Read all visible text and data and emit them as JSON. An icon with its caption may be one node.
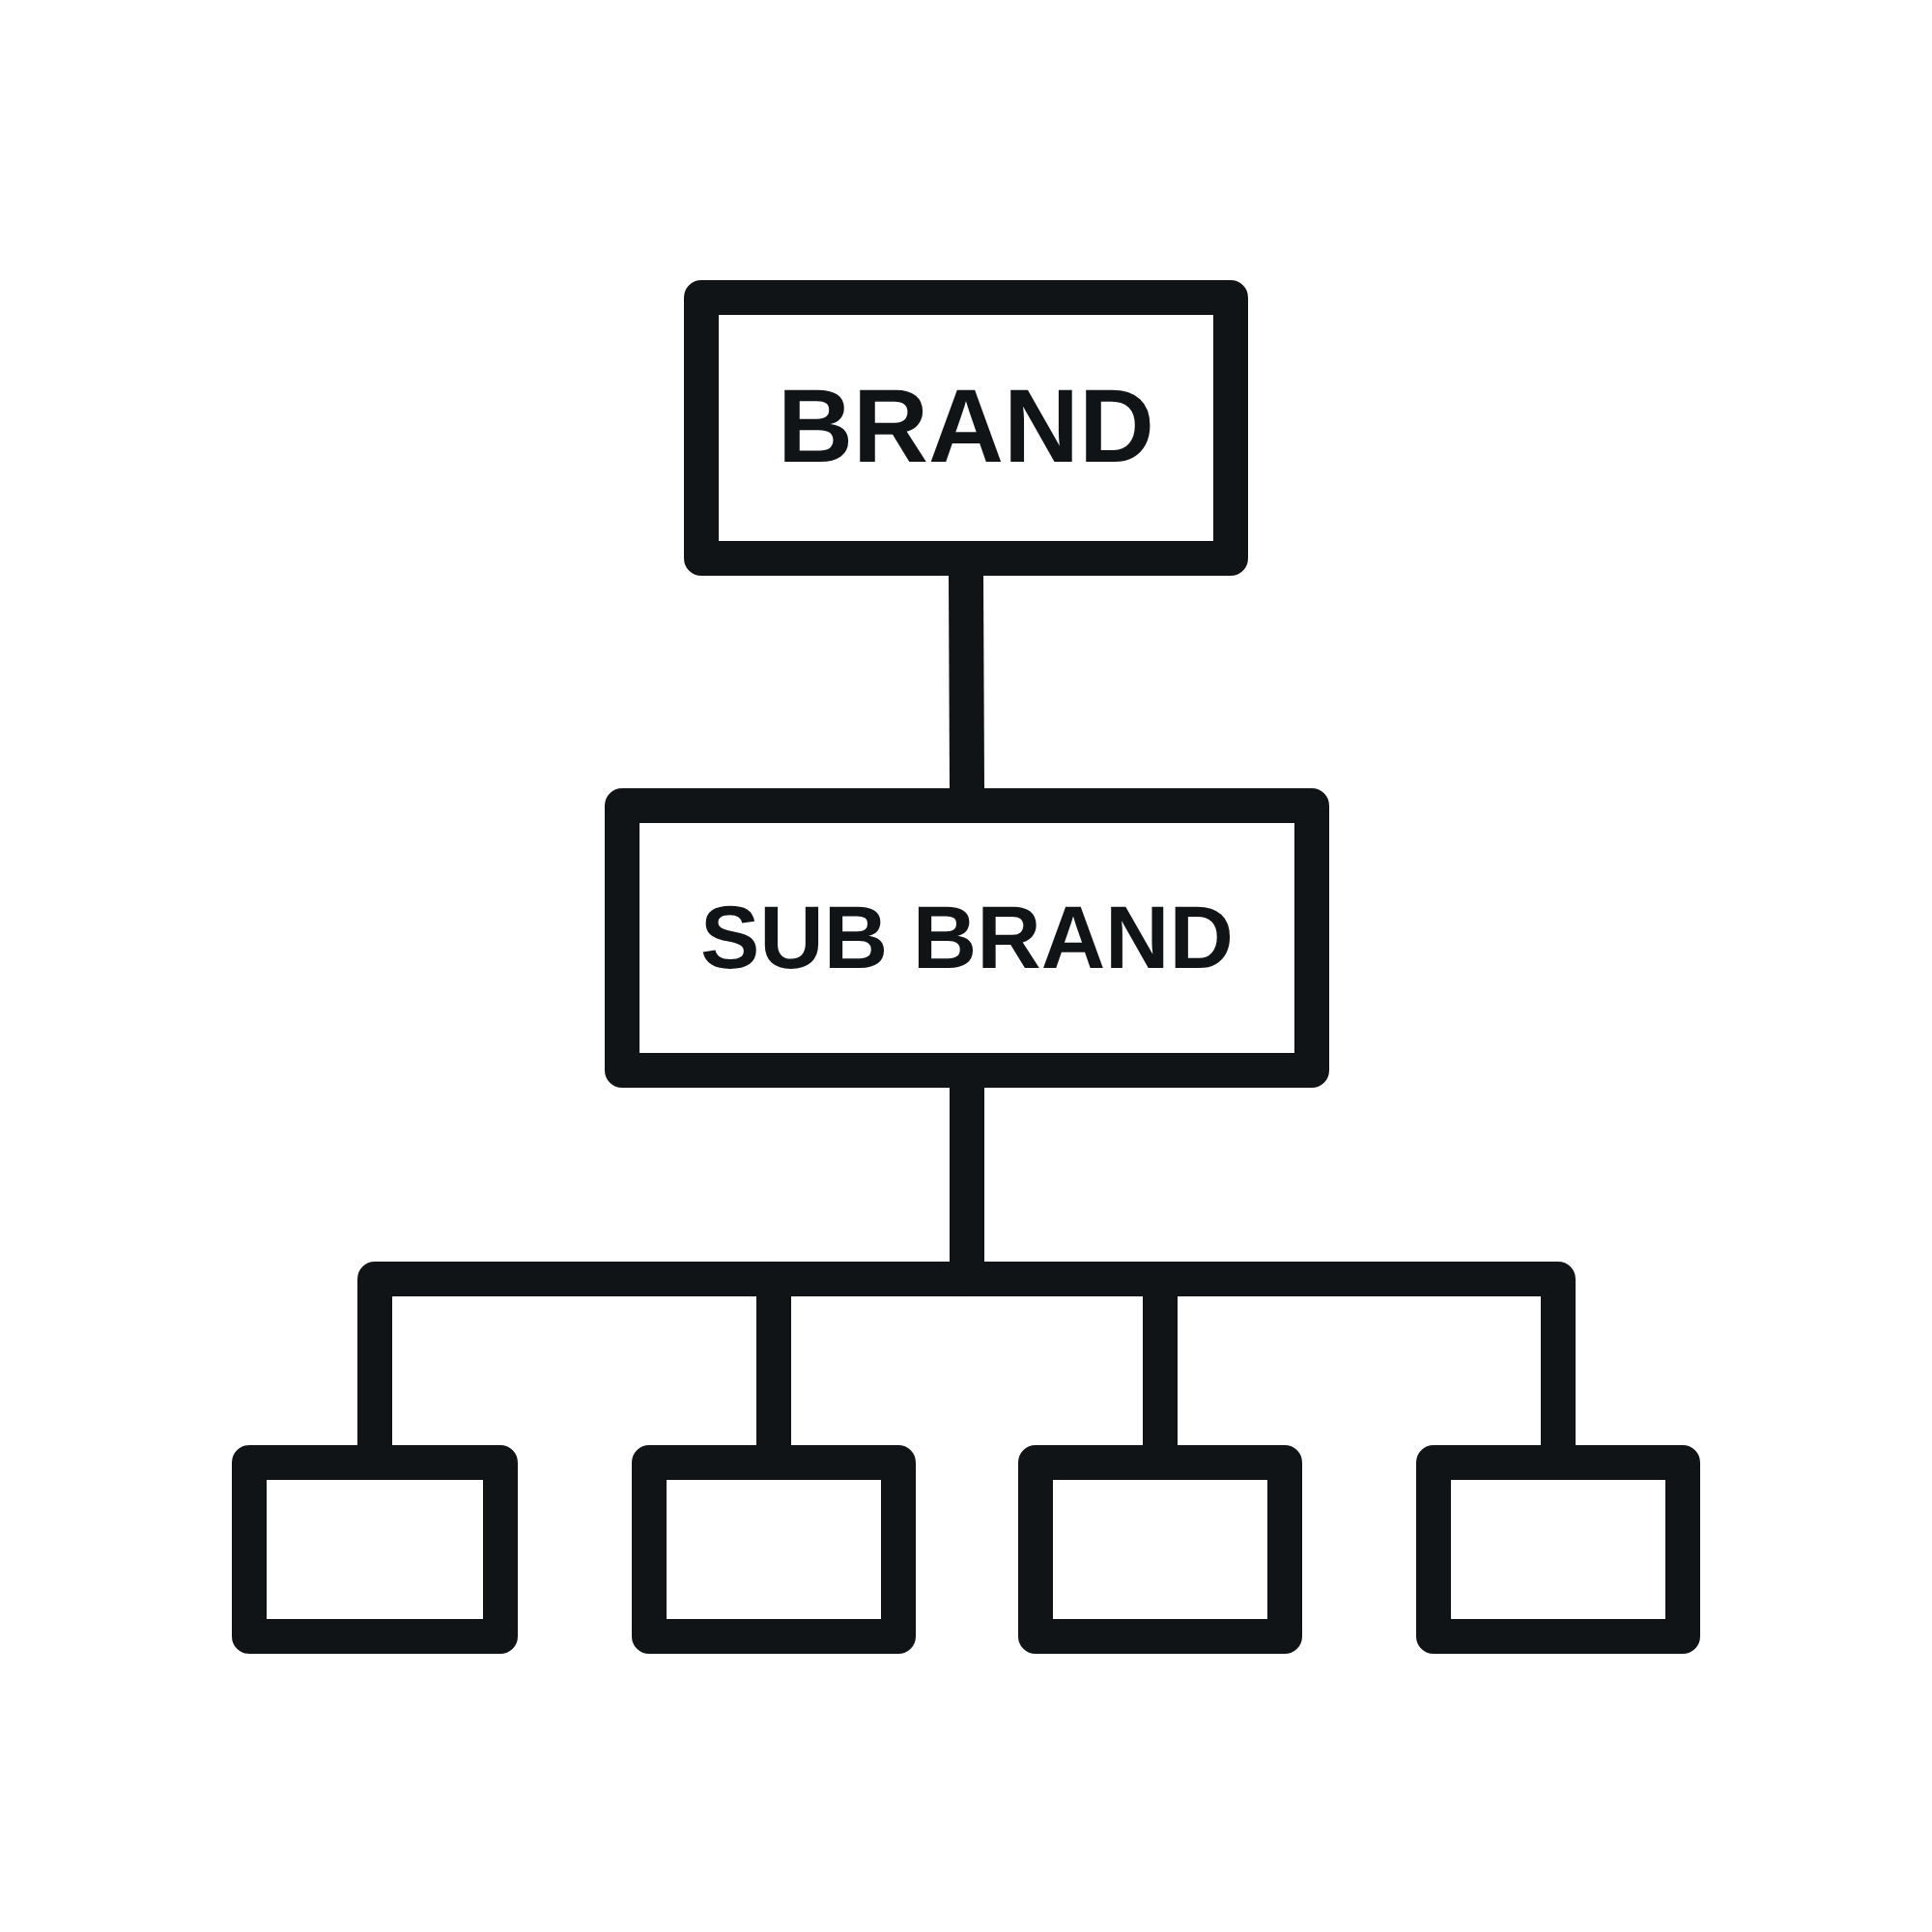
{
  "diagram": {
    "nodes": [
      {
        "text": [
          "BRAND"
        ]
      },
      {
        "text": [
          "SUB BRAND"
        ]
      },
      {
        "text": [],
        "shape": "box"
      },
      {
        "text": [],
        "shape": "box"
      },
      {
        "text": [],
        "shape": "box"
      },
      {
        "text": [],
        "shape": "box"
      }
    ],
    "edges": [
      {
        "from": 0,
        "to": 1,
        "arrow": "none"
      },
      {
        "from": 1,
        "to": 2,
        "arrow": "none"
      },
      {
        "from": 1,
        "to": 3,
        "arrow": "none"
      },
      {
        "from": 1,
        "to": 4,
        "arrow": "none"
      },
      {
        "from": 1,
        "to": 5,
        "arrow": "none"
      }
    ]
  }
}
